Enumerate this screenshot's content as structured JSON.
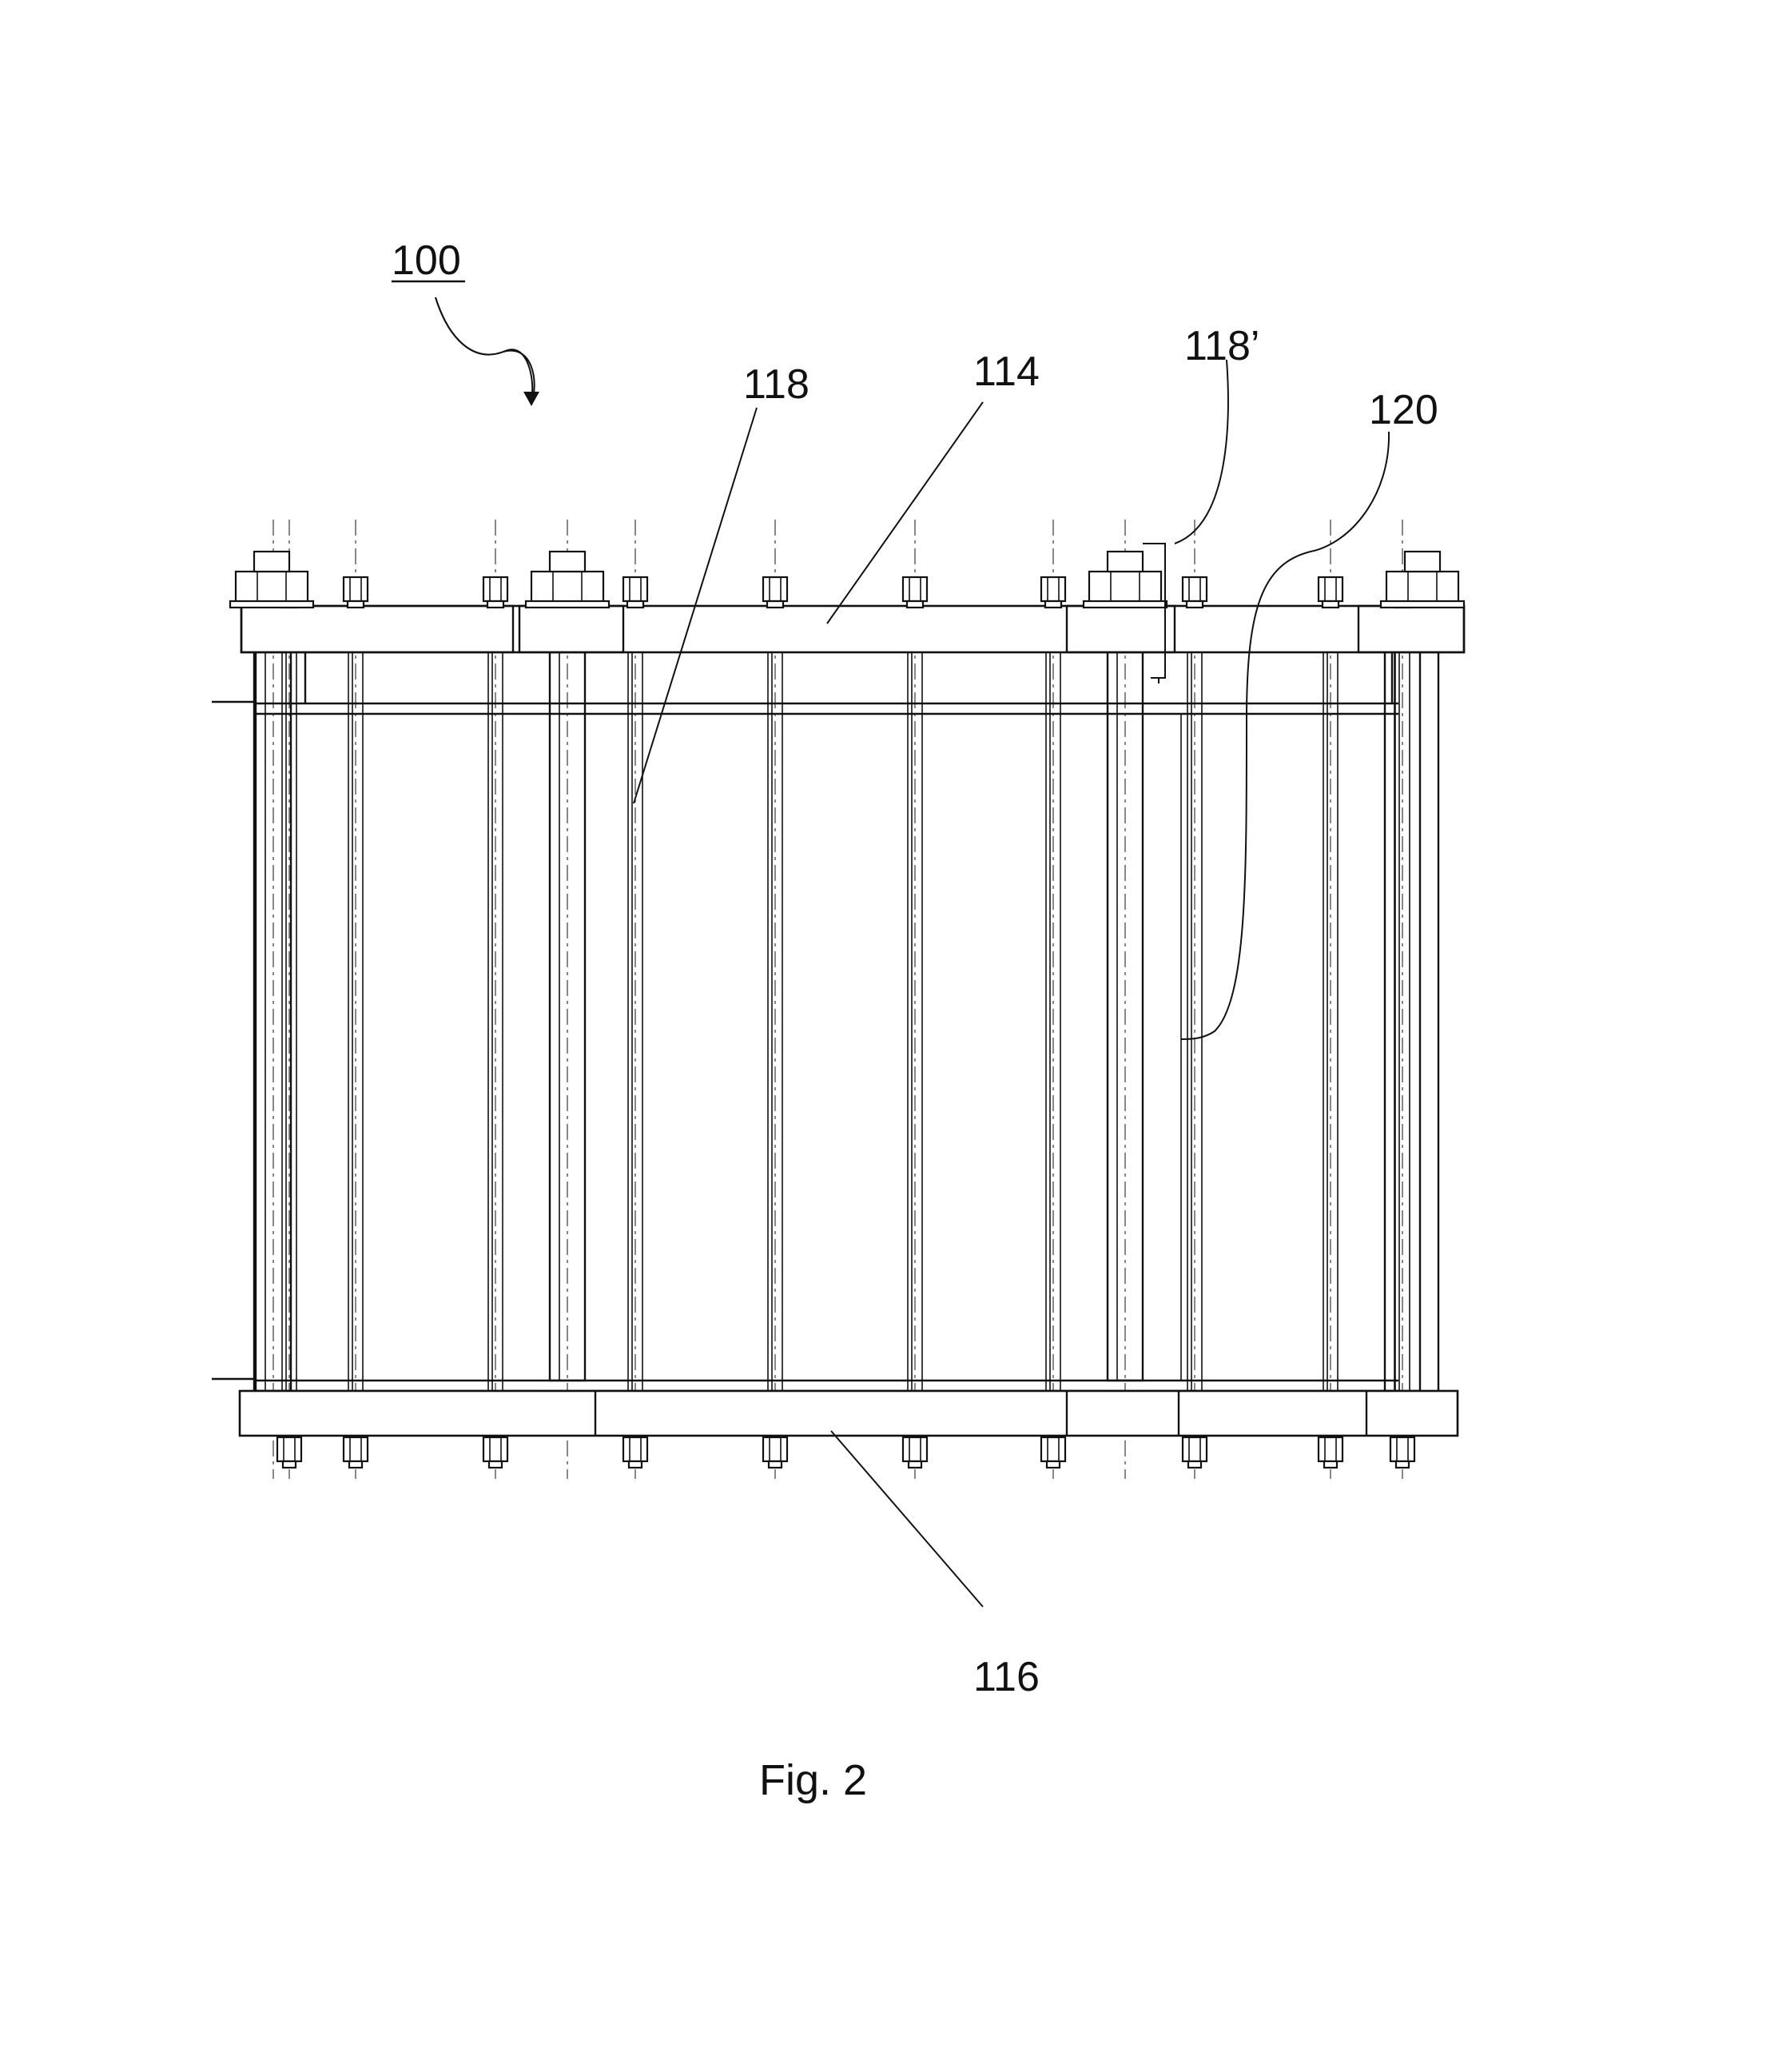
{
  "figure": {
    "caption": "Fig. 2",
    "labels": {
      "assembly": "100",
      "tie_rod": "118",
      "top_plate": "114",
      "tie_rod_prime": "118’",
      "element": "120",
      "bottom_plate": "116"
    }
  }
}
